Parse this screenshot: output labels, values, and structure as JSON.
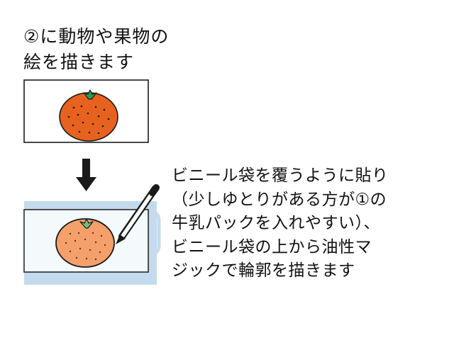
{
  "step_title": {
    "line1": "②に動物や果物の",
    "line2": "絵を描きます"
  },
  "instruction": {
    "lines": [
      "ビニール袋を覆うように貼り",
      "（少しゆとりがある方が①の",
      "牛乳パックを入れやすい）、",
      "ビニール袋の上から油性マ",
      "ジックで輪郭を描きます"
    ]
  },
  "colors": {
    "orange_fruit": "#e8621f",
    "orange_traced": "#f5a06a",
    "leaf": "#2e9a4e",
    "leaf_traced": "#6fbf7f",
    "vinyl_bag": "#c4dbee",
    "outline": "#1a1a1a"
  },
  "icons": {
    "arrow": "arrow-down-icon",
    "marker": "marker-pen-icon"
  }
}
